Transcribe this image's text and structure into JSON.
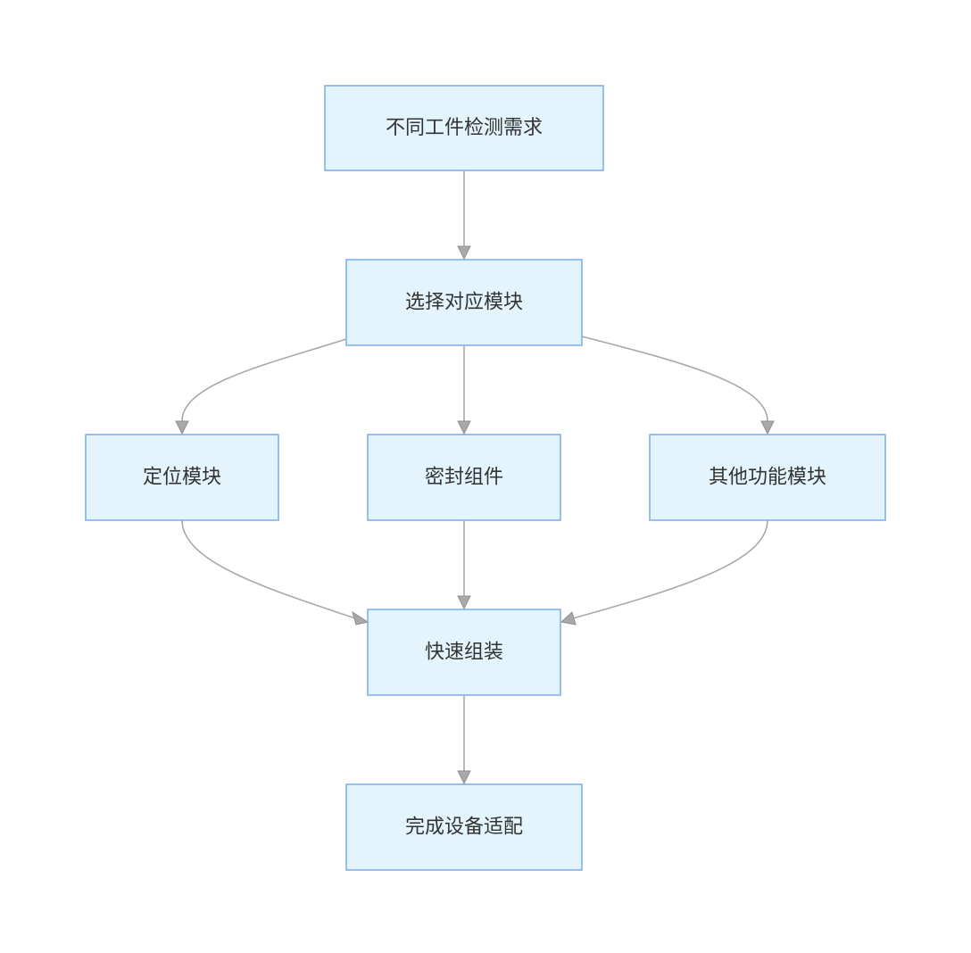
{
  "diagram": {
    "nodes": {
      "demand": "不同工件检测需求",
      "select": "选择对应模块",
      "positioning": "定位模块",
      "sealing": "密封组件",
      "other": "其他功能模块",
      "assembly": "快速组装",
      "complete": "完成设备适配"
    },
    "edges": [
      {
        "from": "demand",
        "to": "select"
      },
      {
        "from": "select",
        "to": "positioning"
      },
      {
        "from": "select",
        "to": "sealing"
      },
      {
        "from": "select",
        "to": "other"
      },
      {
        "from": "positioning",
        "to": "assembly"
      },
      {
        "from": "sealing",
        "to": "assembly"
      },
      {
        "from": "other",
        "to": "assembly"
      },
      {
        "from": "assembly",
        "to": "complete"
      }
    ],
    "colors": {
      "node_fill": "#e3f4fc",
      "node_border": "#7aacec",
      "edge": "#a9a9a9",
      "text": "#333333"
    }
  }
}
